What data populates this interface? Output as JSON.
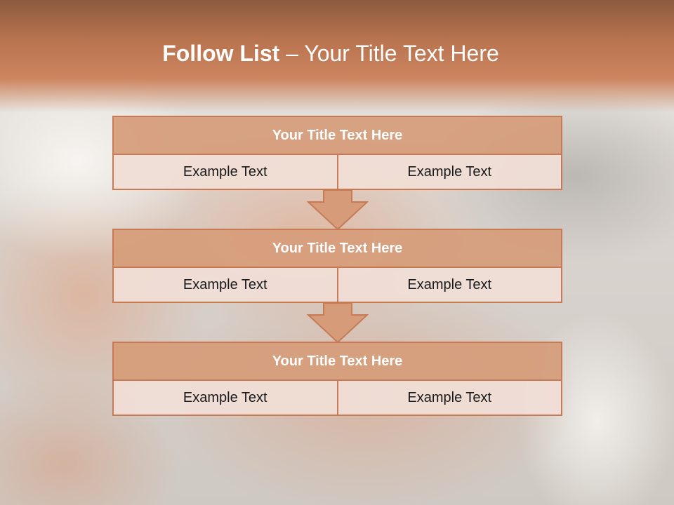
{
  "slide": {
    "title_bold": "Follow List",
    "title_rest": " – Your Title Text Here"
  },
  "blocks": [
    {
      "title": "Your Title Text Here",
      "left": "Example Text",
      "right": "Example Text"
    },
    {
      "title": "Your Title Text Here",
      "left": "Example Text",
      "right": "Example Text"
    },
    {
      "title": "Your Title Text Here",
      "left": "Example Text",
      "right": "Example Text"
    }
  ],
  "colors": {
    "header_bar": "#b8734f",
    "block_title_fill": "#d69c7a",
    "block_border": "#c77b55",
    "cell_fill": "#f0ded6",
    "arrow_fill": "#d69c7a"
  },
  "icons": {
    "arrow": "arrow-down-icon"
  }
}
